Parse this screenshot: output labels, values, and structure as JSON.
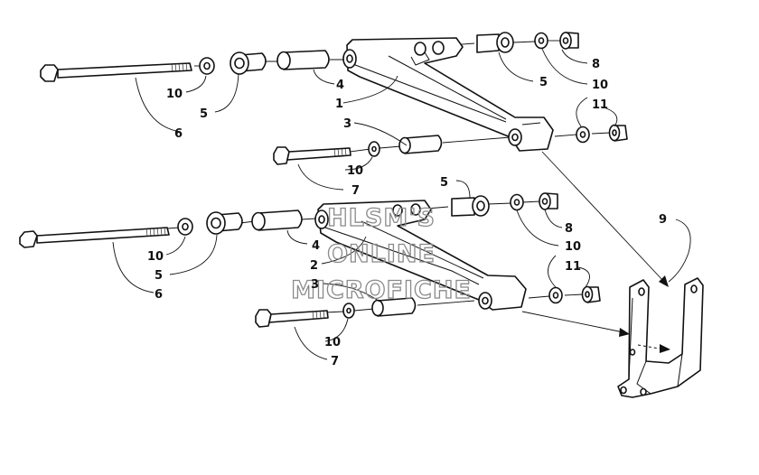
{
  "watermark": {
    "line1": "HLSM'S",
    "line2": "ONLINE",
    "line3": "MICROFICHE"
  },
  "callouts": {
    "upper": {
      "c10a": "10",
      "c5a": "5",
      "c6": "6",
      "c4": "4",
      "c1": "1",
      "c3": "3",
      "c5b": "5",
      "c8": "8",
      "c10b": "10",
      "c11": "11",
      "c10c": "10",
      "c7": "7"
    },
    "lower": {
      "c5b": "5",
      "c8": "8",
      "c10b": "10",
      "c11": "11",
      "c10a": "10",
      "c5a": "5",
      "c6": "6",
      "c4": "4",
      "c2": "2",
      "c3": "3",
      "c10c": "10",
      "c7": "7"
    },
    "bracket": {
      "c9": "9"
    }
  }
}
